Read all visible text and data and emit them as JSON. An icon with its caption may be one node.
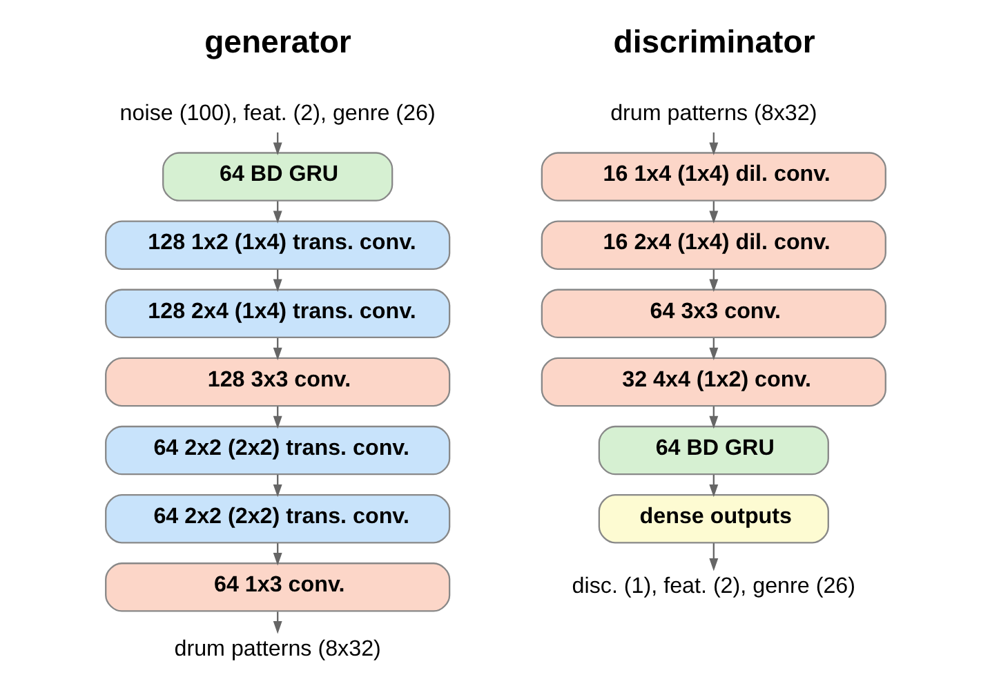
{
  "diagram": {
    "nodes": [
      {
        "text": [
          "noise (100), feat. (2), genre (26)"
        ]
      },
      {
        "text": [
          "64 BD GRU"
        ]
      },
      {
        "text": [
          "128 1x2 (1x4) trans. conv."
        ]
      },
      {
        "text": [
          "128 2x4 (1x4) trans. conv."
        ]
      },
      {
        "text": [
          "128 3x3 conv."
        ]
      },
      {
        "text": [
          "64 2x2 (2x2) trans. conv."
        ]
      },
      {
        "text": [
          "64 2x2 (2x2) trans. conv."
        ]
      },
      {
        "text": [
          "64 1x3 conv."
        ]
      },
      {
        "text": [
          "drum patterns (8x32)"
        ]
      },
      {
        "text": [
          "drum patterns (8x32)"
        ]
      },
      {
        "text": [
          "16 1x4 (1x4) dil. conv."
        ]
      },
      {
        "text": [
          "16 2x4 (1x4) dil. conv."
        ]
      },
      {
        "text": [
          "64 3x3 conv."
        ]
      },
      {
        "text": [
          "32 4x4 (1x2) conv."
        ]
      },
      {
        "text": [
          "64 BD GRU"
        ]
      },
      {
        "text": [
          "dense outputs"
        ]
      },
      {
        "text": [
          "disc. (1), feat. (2), genre (26)"
        ]
      }
    ],
    "edges": [
      {
        "from": 0,
        "to": 1,
        "arrow": "to"
      },
      {
        "from": 1,
        "to": 2,
        "arrow": "to"
      },
      {
        "from": 2,
        "to": 3,
        "arrow": "to"
      },
      {
        "from": 3,
        "to": 4,
        "arrow": "to"
      },
      {
        "from": 4,
        "to": 5,
        "arrow": "to"
      },
      {
        "from": 5,
        "to": 6,
        "arrow": "to"
      },
      {
        "from": 6,
        "to": 7,
        "arrow": "to"
      },
      {
        "from": 7,
        "to": 8,
        "arrow": "to"
      },
      {
        "from": 9,
        "to": 10,
        "arrow": "to"
      },
      {
        "from": 10,
        "to": 11,
        "arrow": "to"
      },
      {
        "from": 11,
        "to": 12,
        "arrow": "to"
      },
      {
        "from": 12,
        "to": 13,
        "arrow": "to"
      },
      {
        "from": 13,
        "to": 14,
        "arrow": "to"
      },
      {
        "from": 14,
        "to": 15,
        "arrow": "to"
      },
      {
        "from": 15,
        "to": 16,
        "arrow": "to"
      }
    ],
    "labels": [
      "generator",
      "discriminator"
    ]
  }
}
